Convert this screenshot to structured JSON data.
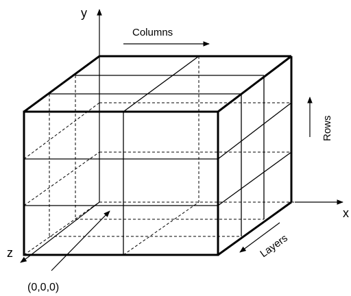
{
  "axes": {
    "x_label": "x",
    "y_label": "y",
    "z_label": "z"
  },
  "annotations": {
    "columns": "Columns",
    "rows": "Rows",
    "layers": "Layers",
    "origin": "(0,0,0)"
  }
}
